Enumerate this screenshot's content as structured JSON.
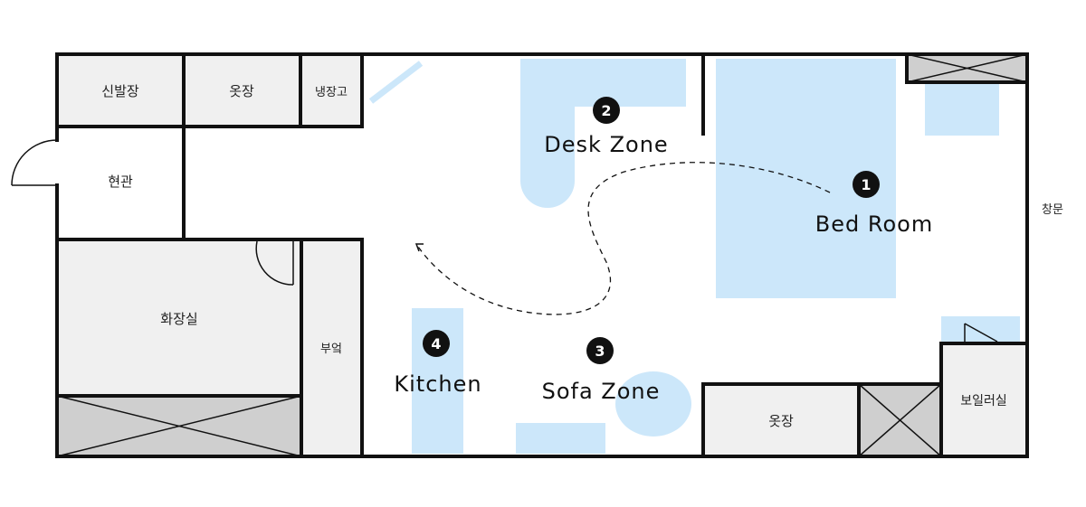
{
  "rooms": {
    "shoe_cabinet": "신발장",
    "closet_top": "옷장",
    "fridge": "냉장고",
    "entrance": "현관",
    "bathroom": "화장실",
    "kitchen_counter": "부엌",
    "closet_bottom": "옷장",
    "boiler_room": "보일러실",
    "window": "창문"
  },
  "zones": [
    {
      "number": "1",
      "label": "Bed Room"
    },
    {
      "number": "2",
      "label": "Desk Zone"
    },
    {
      "number": "3",
      "label": "Sofa Zone"
    },
    {
      "number": "4",
      "label": "Kitchen"
    }
  ],
  "colors": {
    "wall": "#111111",
    "zone_fill": "#cce7fa",
    "storage_fill": "#f0f0f0",
    "crossed_fill": "#cfcfcf",
    "marker": "#111111"
  }
}
